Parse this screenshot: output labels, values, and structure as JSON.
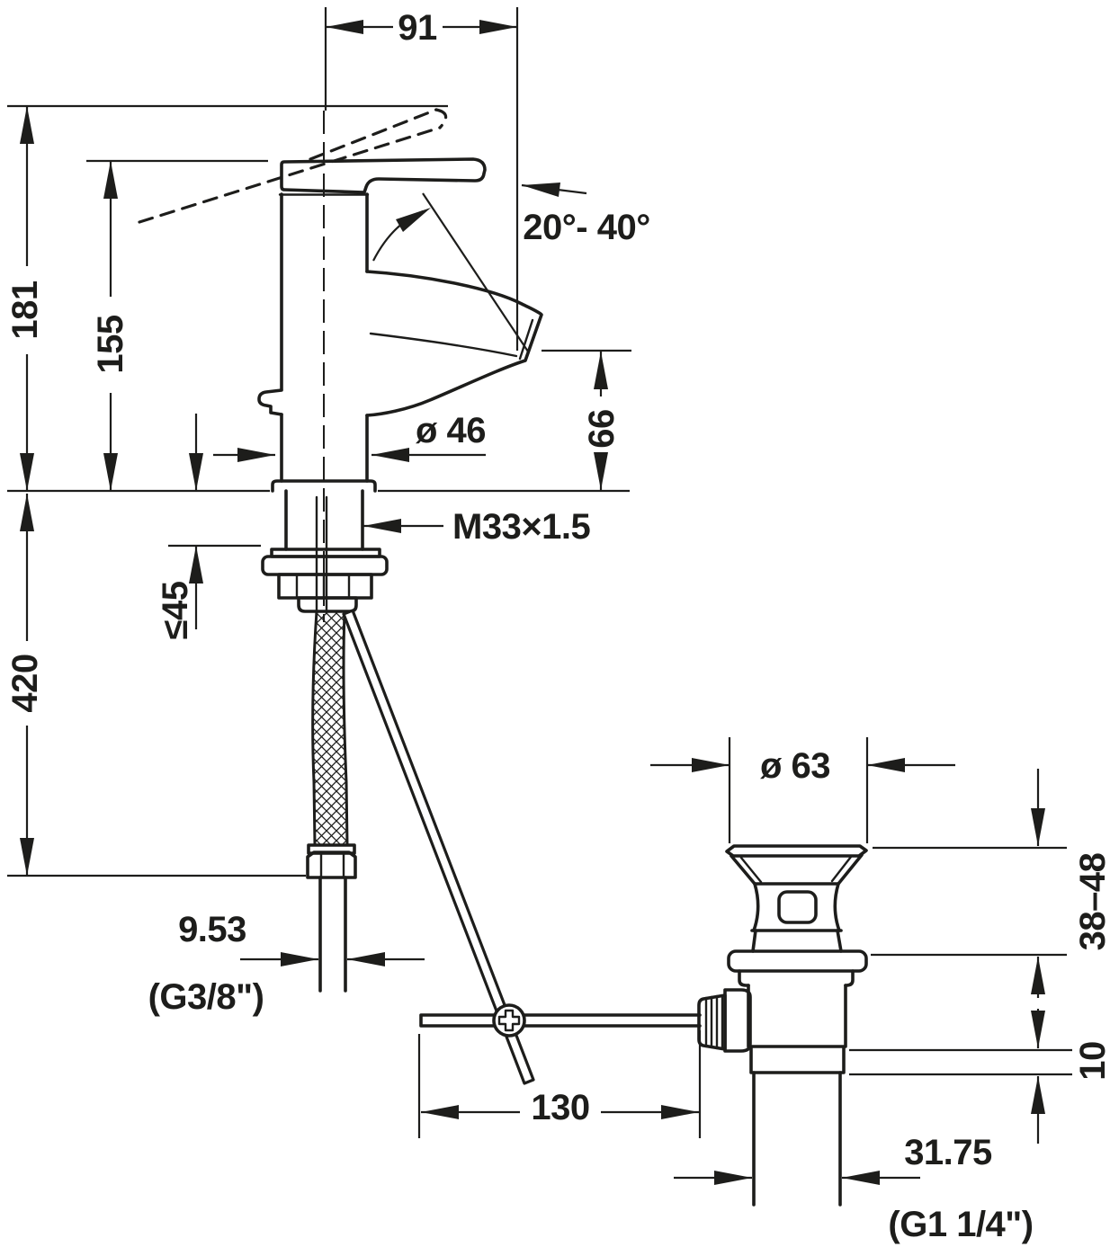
{
  "drawing": {
    "type": "technical-dimension-drawing",
    "subject": "Single-lever basin mixer faucet with flexible supply hose and pop-up drain waste, side elevation with installation dimensions (mm)",
    "colors": {
      "ink": "#1d1d1b",
      "background": "#ffffff"
    }
  },
  "dimensions": {
    "spout_reach": "91",
    "total_height": "181",
    "height_to_handle": "155",
    "handle_lift_angle": "20°- 40°",
    "body_diameter": "ø 46",
    "spout_outlet_height": "66",
    "mounting_thread": "M33×1.5",
    "max_deck_thickness": "≤45",
    "hose_length": "420",
    "supply_connection_size": "9.53",
    "supply_connection_thread": "(G3/8\")",
    "drain_flange_diameter": "ø 63",
    "drain_deck_thickness_range": "38–48",
    "drain_nut_height": "10",
    "pull_rod_reach": "130",
    "drain_pipe_diameter": "31.75",
    "drain_pipe_thread": "(G1 1/4\")"
  }
}
